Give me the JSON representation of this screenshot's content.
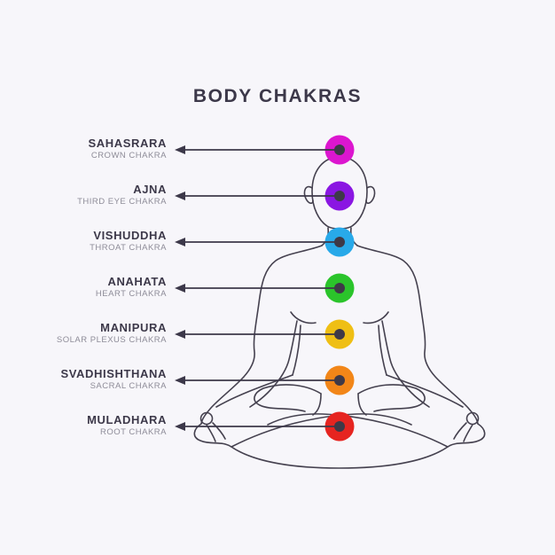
{
  "title": "BODY CHAKRAS",
  "figure": {
    "description": "line-art of a person meditating in lotus position with hands in gyan mudra",
    "line_color": "#45414F"
  },
  "colors": {
    "background": "#F7F6FA",
    "title_text": "#3C3849",
    "label_text": "#3C3849",
    "sublabel_text": "#8E8C98",
    "arrow": "#3C3849",
    "chakra_dot": "#3E3947"
  },
  "chakras": [
    {
      "name": "SAHASRARA",
      "subtitle": "CROWN CHAKRA",
      "color": "#DC16CF"
    },
    {
      "name": "AJNA",
      "subtitle": "THIRD EYE CHAKRA",
      "color": "#8A16E2"
    },
    {
      "name": "VISHUDDHA",
      "subtitle": "THROAT CHAKRA",
      "color": "#28A9E9"
    },
    {
      "name": "ANAHATA",
      "subtitle": "HEART CHAKRA",
      "color": "#2BC42B"
    },
    {
      "name": "MANIPURA",
      "subtitle": "SOLAR PLEXUS CHAKRA",
      "color": "#EFBF14"
    },
    {
      "name": "SVADHISHTHANA",
      "subtitle": "SACRAL CHAKRA",
      "color": "#F28618"
    },
    {
      "name": "MULADHARA",
      "subtitle": "ROOT CHAKRA",
      "color": "#E62420"
    }
  ]
}
